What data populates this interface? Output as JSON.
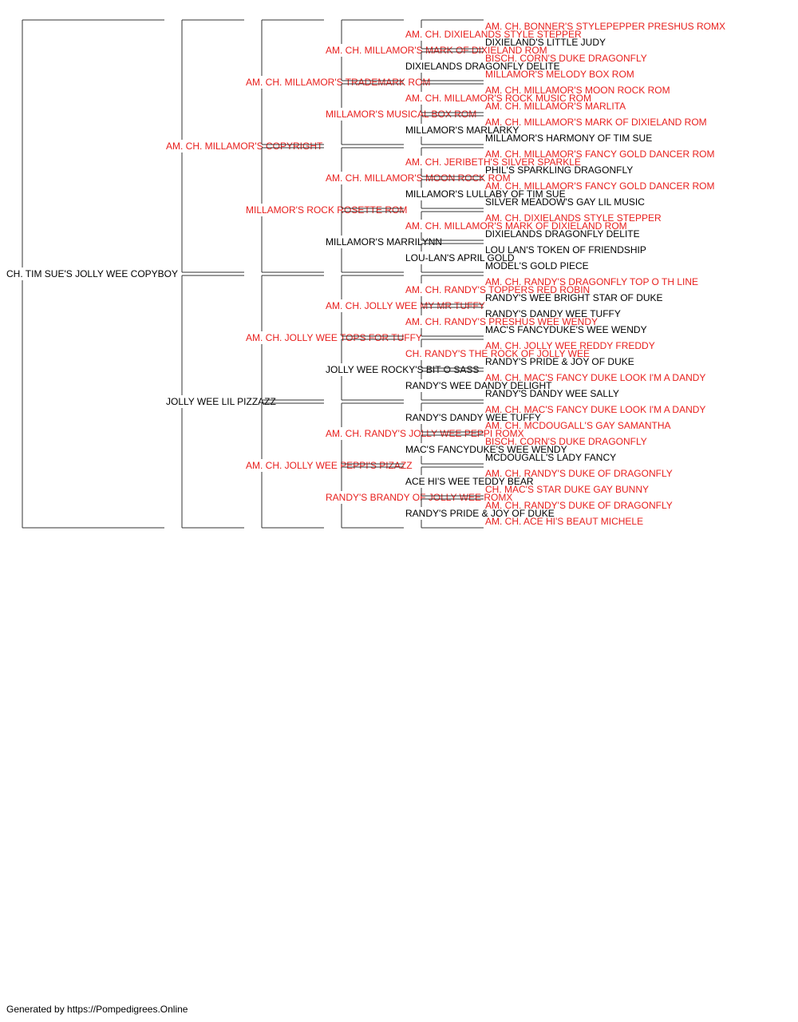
{
  "colors": {
    "champion": "#e8201e",
    "normal": "#000000",
    "line": "#333333"
  },
  "footer": "Generated by https://Pompedigrees.Online",
  "pedigree": {
    "name": "CH. TIM SUE'S JOLLY WEE COPYBOY",
    "champion": false,
    "parents": [
      {
        "name": "AM. CH. MILLAMOR'S COPYRIGHT",
        "champion": true,
        "parents": [
          {
            "name": "AM. CH. MILLAMOR'S TRADEMARK ROM",
            "champion": true,
            "parents": [
              {
                "name": "AM. CH. MILLAMOR'S MARK OF DIXIELAND ROM",
                "champion": true,
                "parents": [
                  {
                    "name": "AM. CH. DIXIELANDS STYLE STEPPER",
                    "champion": true,
                    "parents": [
                      {
                        "name": "AM. CH. BONNER'S STYLEPEPPER PRESHUS ROMX",
                        "champion": true
                      },
                      {
                        "name": "DIXIELAND'S LITTLE JUDY",
                        "champion": false
                      }
                    ]
                  },
                  {
                    "name": "DIXIELANDS DRAGONFLY DELITE",
                    "champion": false,
                    "parents": [
                      {
                        "name": "BISCH. CORN'S DUKE DRAGONFLY",
                        "champion": true
                      },
                      {
                        "name": "MILLAMOR'S MELODY BOX ROM",
                        "champion": true
                      }
                    ]
                  }
                ]
              },
              {
                "name": "MILLAMOR'S MUSICAL BOX ROM",
                "champion": true,
                "parents": [
                  {
                    "name": "AM. CH. MILLAMOR'S ROCK MUSIC ROM",
                    "champion": true,
                    "parents": [
                      {
                        "name": "AM. CH. MILLAMOR'S MOON ROCK ROM",
                        "champion": true
                      },
                      {
                        "name": "AM. CH. MILLAMOR'S MARLITA",
                        "champion": true
                      }
                    ]
                  },
                  {
                    "name": "MILLAMOR'S MARLARKY",
                    "champion": false,
                    "parents": [
                      {
                        "name": "AM. CH. MILLAMOR'S MARK OF DIXIELAND ROM",
                        "champion": true
                      },
                      {
                        "name": "MILLAMOR'S HARMONY OF TIM SUE",
                        "champion": false
                      }
                    ]
                  }
                ]
              }
            ]
          },
          {
            "name": "MILLAMOR'S ROCK ROSETTE ROM",
            "champion": true,
            "parents": [
              {
                "name": "AM. CH. MILLAMOR'S MOON ROCK ROM",
                "champion": true,
                "parents": [
                  {
                    "name": "AM. CH. JERIBETH'S SILVER SPARKLE",
                    "champion": true,
                    "parents": [
                      {
                        "name": "AM. CH. MILLAMOR'S FANCY GOLD DANCER ROM",
                        "champion": true
                      },
                      {
                        "name": "PHIL'S SPARKLING DRAGONFLY",
                        "champion": false
                      }
                    ]
                  },
                  {
                    "name": "MILLAMOR'S LULLABY OF TIM SUE",
                    "champion": false,
                    "parents": [
                      {
                        "name": "AM. CH. MILLAMOR'S FANCY GOLD DANCER ROM",
                        "champion": true
                      },
                      {
                        "name": "SILVER MEADOW'S GAY LIL MUSIC",
                        "champion": false
                      }
                    ]
                  }
                ]
              },
              {
                "name": "MILLAMOR'S MARRILYNN",
                "champion": false,
                "parents": [
                  {
                    "name": "AM. CH. MILLAMOR'S MARK OF DIXIELAND ROM",
                    "champion": true,
                    "parents": [
                      {
                        "name": "AM. CH. DIXIELANDS STYLE STEPPER",
                        "champion": true
                      },
                      {
                        "name": "DIXIELANDS DRAGONFLY DELITE",
                        "champion": false
                      }
                    ]
                  },
                  {
                    "name": "LOU-LAN'S APRIL GOLD",
                    "champion": false,
                    "parents": [
                      {
                        "name": "LOU LAN'S TOKEN OF FRIENDSHIP",
                        "champion": false
                      },
                      {
                        "name": "MODEL'S GOLD PIECE",
                        "champion": false
                      }
                    ]
                  }
                ]
              }
            ]
          }
        ]
      },
      {
        "name": "JOLLY WEE LIL PIZZAZZ",
        "champion": false,
        "parents": [
          {
            "name": "AM. CH. JOLLY WEE TOPS FOR TUFFY",
            "champion": true,
            "parents": [
              {
                "name": "AM. CH. JOLLY WEE MY MR TUFFY",
                "champion": true,
                "parents": [
                  {
                    "name": "AM. CH. RANDY'S TOPPERS RED ROBIN",
                    "champion": true,
                    "parents": [
                      {
                        "name": "AM. CH. RANDY'S DRAGONFLY TOP O TH LINE",
                        "champion": true
                      },
                      {
                        "name": "RANDY'S WEE BRIGHT STAR OF DUKE",
                        "champion": false
                      }
                    ]
                  },
                  {
                    "name": "AM. CH. RANDY'S PRESHUS WEE WENDY",
                    "champion": true,
                    "parents": [
                      {
                        "name": "RANDY'S DANDY WEE TUFFY",
                        "champion": false
                      },
                      {
                        "name": "MAC'S FANCYDUKE'S WEE WENDY",
                        "champion": false
                      }
                    ]
                  }
                ]
              },
              {
                "name": "JOLLY WEE ROCKY'S BIT O SASS",
                "champion": false,
                "parents": [
                  {
                    "name": "CH. RANDY'S THE ROCK OF JOLLY WEE",
                    "champion": true,
                    "parents": [
                      {
                        "name": "AM. CH. JOLLY WEE REDDY FREDDY",
                        "champion": true
                      },
                      {
                        "name": "RANDY'S PRIDE & JOY OF DUKE",
                        "champion": false
                      }
                    ]
                  },
                  {
                    "name": "RANDY'S WEE DANDY DELIGHT",
                    "champion": false,
                    "parents": [
                      {
                        "name": "AM. CH. MAC'S FANCY DUKE LOOK I'M A DANDY",
                        "champion": true
                      },
                      {
                        "name": "RANDY'S DANDY WEE SALLY",
                        "champion": false
                      }
                    ]
                  }
                ]
              }
            ]
          },
          {
            "name": "AM. CH. JOLLY WEE PEPPI'S PIZAZZ",
            "champion": true,
            "parents": [
              {
                "name": "AM. CH. RANDY'S JOLLY WEE PEPPI ROMX",
                "champion": true,
                "parents": [
                  {
                    "name": "RANDY'S DANDY WEE TUFFY",
                    "champion": false,
                    "parents": [
                      {
                        "name": "AM. CH. MAC'S FANCY DUKE LOOK I'M A DANDY",
                        "champion": true
                      },
                      {
                        "name": "AM. CH. MCDOUGALL'S GAY SAMANTHA",
                        "champion": true
                      }
                    ]
                  },
                  {
                    "name": "MAC'S FANCYDUKE'S WEE WENDY",
                    "champion": false,
                    "parents": [
                      {
                        "name": "BISCH. CORN'S DUKE DRAGONFLY",
                        "champion": true
                      },
                      {
                        "name": "MCDOUGALL'S LADY FANCY",
                        "champion": false
                      }
                    ]
                  }
                ]
              },
              {
                "name": "RANDY'S BRANDY OF JOLLY WEE ROMX",
                "champion": true,
                "parents": [
                  {
                    "name": "ACE HI'S WEE TEDDY BEAR",
                    "champion": false,
                    "parents": [
                      {
                        "name": "AM. CH. RANDY'S DUKE OF DRAGONFLY",
                        "champion": true
                      },
                      {
                        "name": "CH. MAC'S STAR DUKE GAY BUNNY",
                        "champion": true
                      }
                    ]
                  },
                  {
                    "name": "RANDY'S PRIDE & JOY OF DUKE",
                    "champion": false,
                    "parents": [
                      {
                        "name": "AM. CH. RANDY'S DUKE OF DRAGONFLY",
                        "champion": true
                      },
                      {
                        "name": "AM. CH. ACE HI'S BEAUT MICHELE",
                        "champion": true
                      }
                    ]
                  }
                ]
              }
            ]
          }
        ]
      }
    ]
  }
}
